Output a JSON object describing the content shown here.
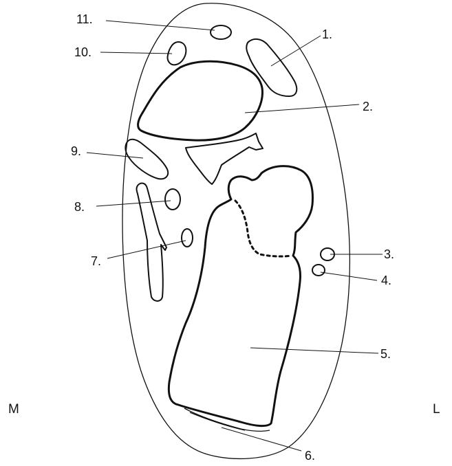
{
  "labels": {
    "l1": "1.",
    "l2": "2.",
    "l3": "3.",
    "l4": "4.",
    "l5": "5.",
    "l6": "6.",
    "l7": "7.",
    "l8": "8.",
    "l9": "9.",
    "l10": "10.",
    "l11": "11."
  },
  "sides": {
    "medial": "M",
    "lateral": "L"
  }
}
